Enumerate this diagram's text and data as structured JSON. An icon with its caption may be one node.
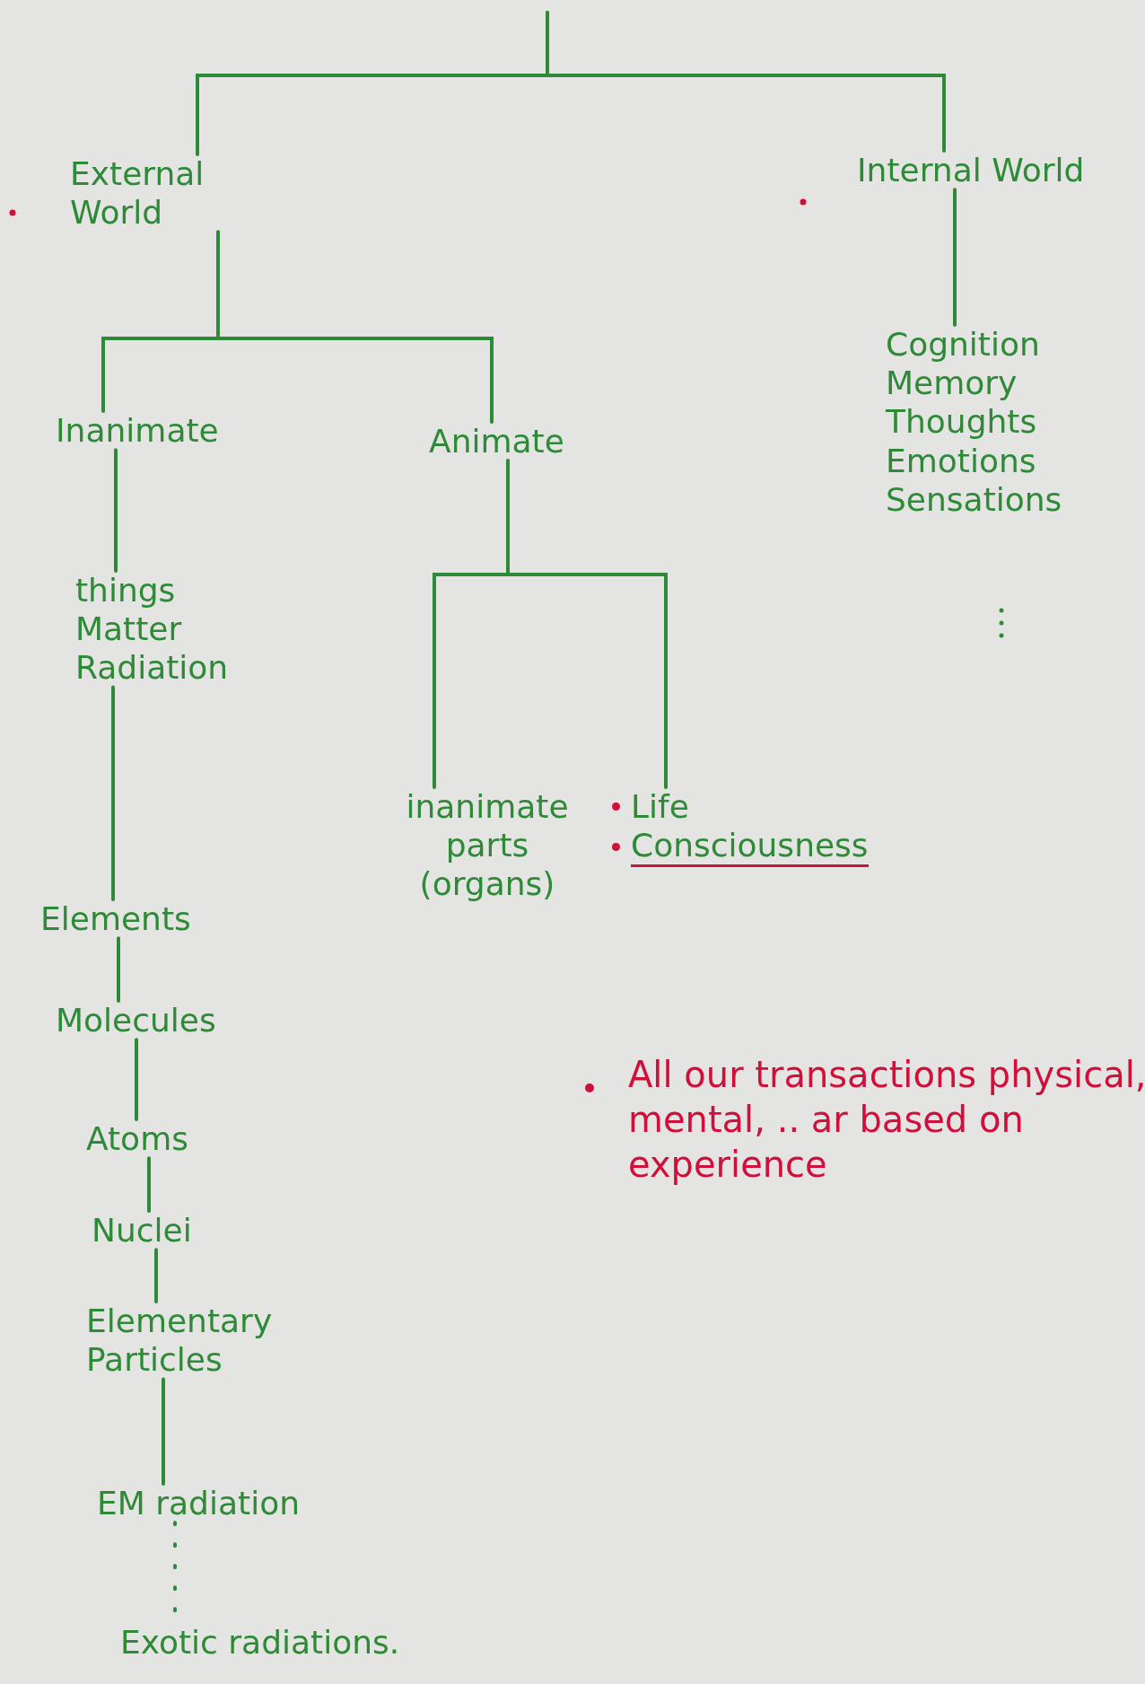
{
  "diagram": {
    "nodes": [
      {
        "text": [
          "External World"
        ]
      },
      {
        "text": [
          "Internal World"
        ]
      },
      {
        "text": [
          "Inanimate"
        ]
      },
      {
        "text": [
          "Animate"
        ]
      },
      {
        "text": [
          "things",
          "Matter",
          "Radiation"
        ]
      },
      {
        "text": [
          "Elements"
        ]
      },
      {
        "text": [
          "Molecules"
        ]
      },
      {
        "text": [
          "Atoms"
        ]
      },
      {
        "text": [
          "Nuclei"
        ]
      },
      {
        "text": [
          "Elementary Particles"
        ]
      },
      {
        "text": [
          "EM radiation"
        ]
      },
      {
        "text": [
          "Exotic radiations."
        ]
      },
      {
        "text": [
          "inanimate parts",
          "(organs)"
        ]
      },
      {
        "text": [
          "Life",
          "Consciousness"
        ]
      },
      {
        "text": [
          "Cognition",
          "Memory",
          "Thoughts",
          "Emotions",
          "Sensations"
        ]
      }
    ],
    "edges": [
      {
        "from": null,
        "to": 0,
        "arrow": "none"
      },
      {
        "from": null,
        "to": 1,
        "arrow": "none"
      },
      {
        "from": 0,
        "to": 2,
        "arrow": "none"
      },
      {
        "from": 0,
        "to": 3,
        "arrow": "none"
      },
      {
        "from": 2,
        "to": 4,
        "arrow": "none"
      },
      {
        "from": 4,
        "to": 5,
        "arrow": "none"
      },
      {
        "from": 5,
        "to": 6,
        "arrow": "none"
      },
      {
        "from": 6,
        "to": 7,
        "arrow": "none"
      },
      {
        "from": 7,
        "to": 8,
        "arrow": "none"
      },
      {
        "from": 8,
        "to": 9,
        "arrow": "none"
      },
      {
        "from": 9,
        "to": 10,
        "arrow": "none"
      },
      {
        "from": 10,
        "to": 11,
        "arrow": "none",
        "style": "dashed"
      },
      {
        "from": 3,
        "to": 12,
        "arrow": "none"
      },
      {
        "from": 3,
        "to": 13,
        "arrow": "none"
      },
      {
        "from": 1,
        "to": 14,
        "arrow": "none"
      }
    ],
    "labels": [
      "All our transactions physical, mental, .. ar based on experience"
    ]
  }
}
